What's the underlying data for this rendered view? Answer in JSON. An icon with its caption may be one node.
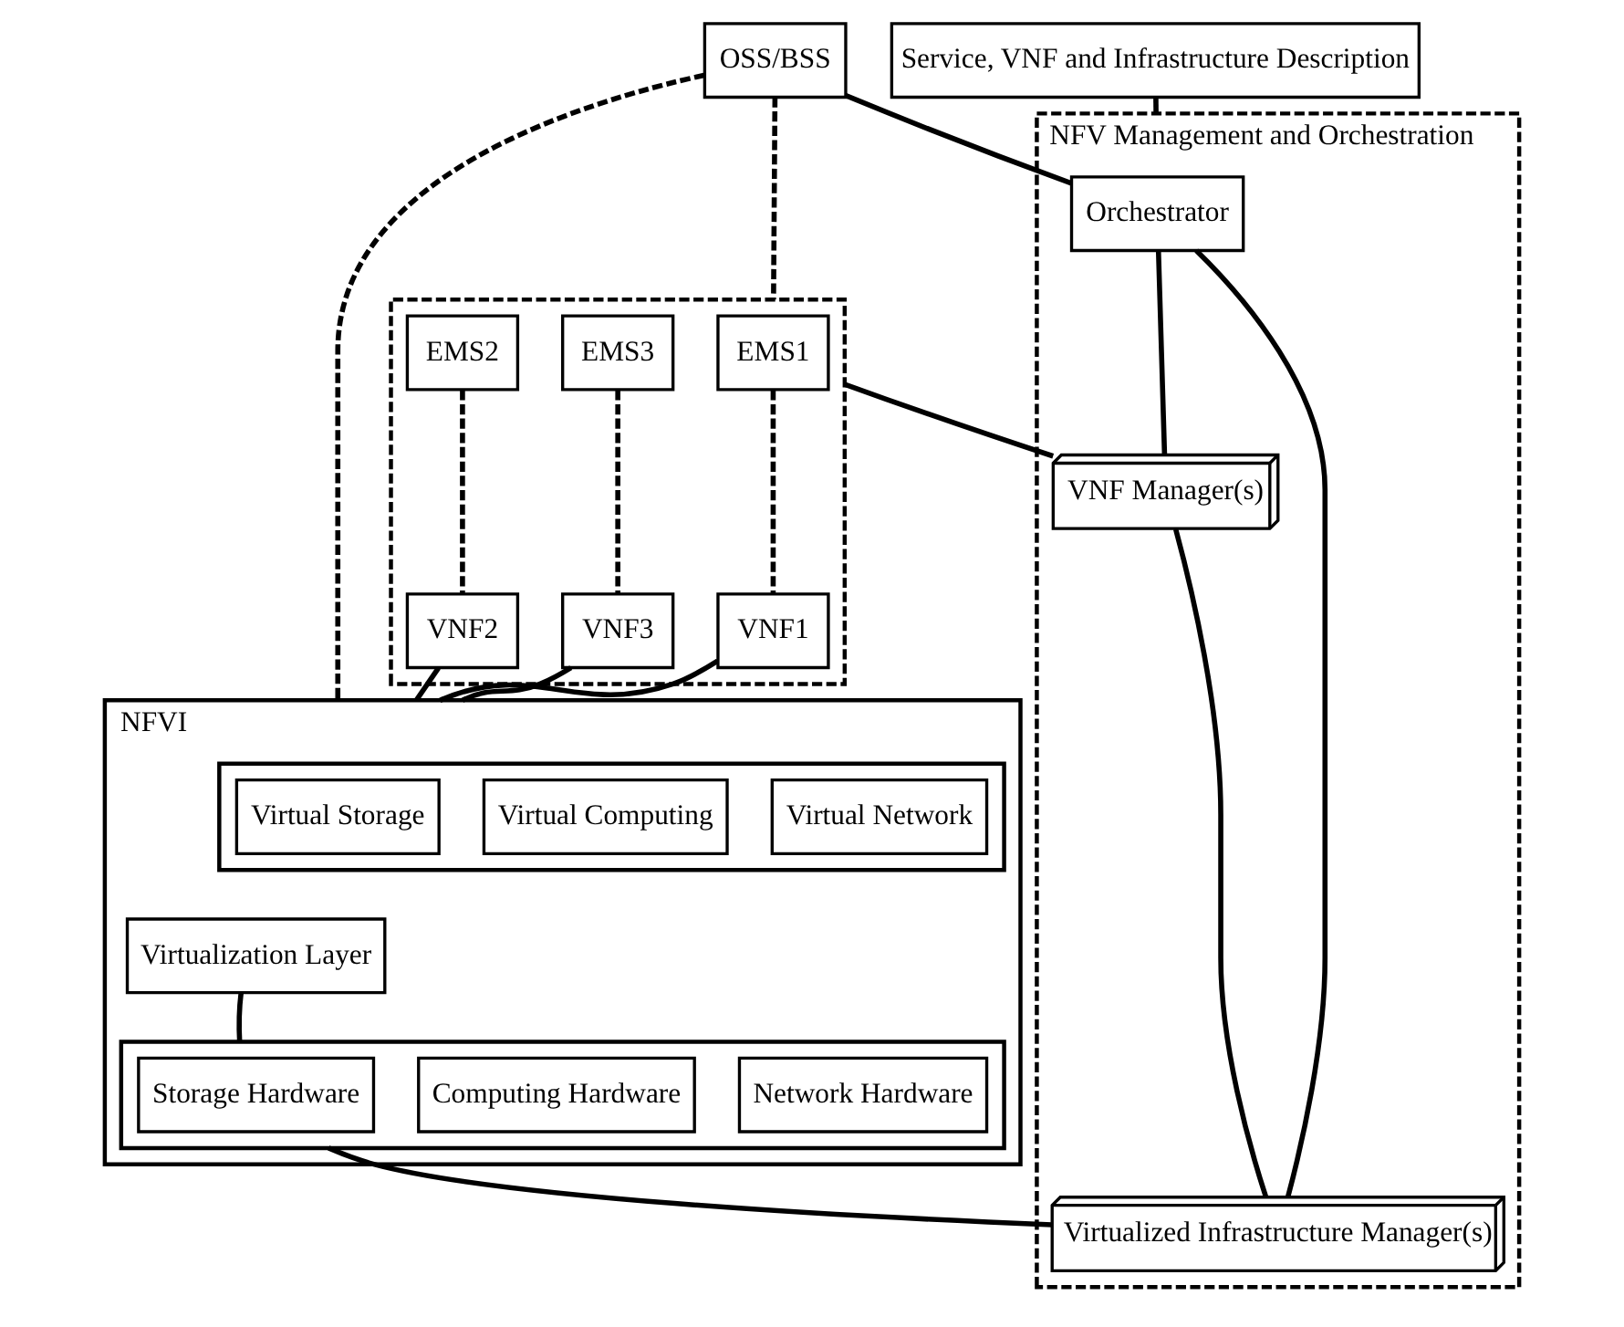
{
  "diagram": {
    "nodes": [
      {
        "text": [
          "OSS/BSS"
        ]
      },
      {
        "text": [
          "Service, VNF and Infrastructure Description"
        ]
      },
      {
        "text": [],
        "shape": "box"
      },
      {
        "text": [
          "EMS1"
        ],
        "in": 2
      },
      {
        "text": [
          "EMS2"
        ],
        "in": 2
      },
      {
        "text": [
          "EMS3"
        ],
        "in": 2
      },
      {
        "text": [
          "VNF1"
        ],
        "in": 2
      },
      {
        "text": [
          "VNF2"
        ],
        "in": 2
      },
      {
        "text": [
          "VNF3"
        ],
        "in": 2
      },
      {
        "text": [
          "NFVI"
        ]
      },
      {
        "text": [],
        "shape": "box",
        "in": 9
      },
      {
        "text": [
          "Virtual Storage"
        ],
        "in": 10
      },
      {
        "text": [
          "Virtual Computing"
        ],
        "in": 10
      },
      {
        "text": [
          "Virtual Network"
        ],
        "in": 10
      },
      {
        "text": [
          "Virtualization Layer"
        ],
        "in": 9
      },
      {
        "text": [],
        "shape": "box",
        "in": 9
      },
      {
        "text": [
          "Storage Hardware"
        ],
        "in": 15
      },
      {
        "text": [
          "Computing Hardware"
        ],
        "in": 15
      },
      {
        "text": [
          "Network Hardware"
        ],
        "in": 15
      },
      {
        "text": [
          "NFV Management and Orchestration"
        ]
      },
      {
        "text": [
          "Orchestrator"
        ],
        "in": 19
      },
      {
        "text": [
          "VNF Manager(s)"
        ],
        "in": 19
      },
      {
        "text": [
          "Virtualized Infrastructure Manager(s)"
        ],
        "in": 19
      }
    ],
    "edges": [
      {
        "from": 0,
        "to": 20,
        "arrow": "none"
      },
      {
        "from": 0,
        "to": 2,
        "arrow": "none",
        "style": "dashed"
      },
      {
        "from": 0,
        "to": 9,
        "arrow": "none",
        "style": "dashed"
      },
      {
        "from": 1,
        "to": 19,
        "arrow": "none"
      },
      {
        "from": 3,
        "to": 6,
        "arrow": "none",
        "style": "dashed"
      },
      {
        "from": 4,
        "to": 7,
        "arrow": "none",
        "style": "dashed"
      },
      {
        "from": 5,
        "to": 8,
        "arrow": "none",
        "style": "dashed"
      },
      {
        "from": 6,
        "to": 9,
        "arrow": "none"
      },
      {
        "from": 7,
        "to": 9,
        "arrow": "none"
      },
      {
        "from": 8,
        "to": 9,
        "arrow": "none"
      },
      {
        "from": 2,
        "to": 21,
        "arrow": "none"
      },
      {
        "from": 20,
        "to": 21,
        "arrow": "none"
      },
      {
        "from": 21,
        "to": 22,
        "arrow": "none"
      },
      {
        "from": 20,
        "to": 22,
        "arrow": "none"
      },
      {
        "from": 14,
        "to": 15,
        "arrow": "none"
      },
      {
        "from": 15,
        "to": 22,
        "arrow": "none"
      }
    ]
  }
}
